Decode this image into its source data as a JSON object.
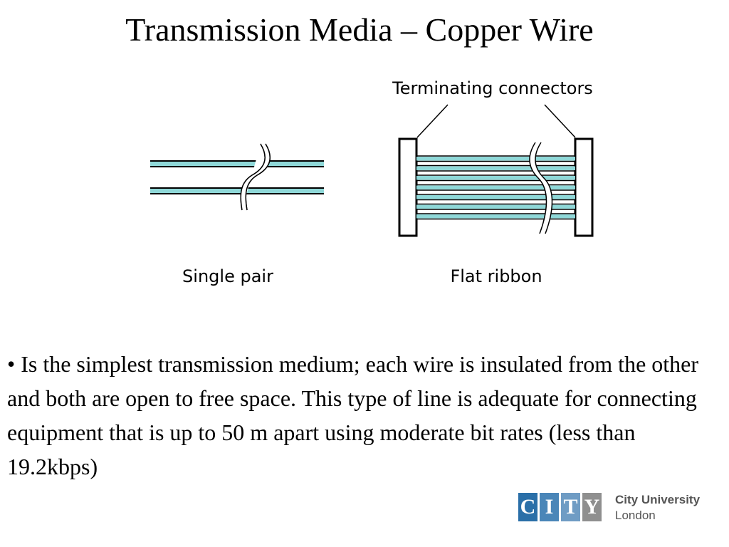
{
  "slide": {
    "title": "Transmission Media – Copper Wire",
    "diagram": {
      "terminating_label": "Terminating connectors",
      "single_pair_label": "Single pair",
      "flat_ribbon_label": "Flat ribbon",
      "wire_color": "#8fd8d8"
    },
    "body": "• Is the simplest transmission medium; each wire is insulated from the other and both are open to free space. This type of line is adequate for connecting equipment that is up to 50 m apart using moderate bit rates (less than 19.2kbps)",
    "logo": {
      "letters": [
        "C",
        "I",
        "T",
        "Y"
      ],
      "letter_colors": [
        "#2a6fa8",
        "#4a86b8",
        "#6f9cc4",
        "#8f8f8f"
      ],
      "name": "City University",
      "city": "London"
    }
  }
}
